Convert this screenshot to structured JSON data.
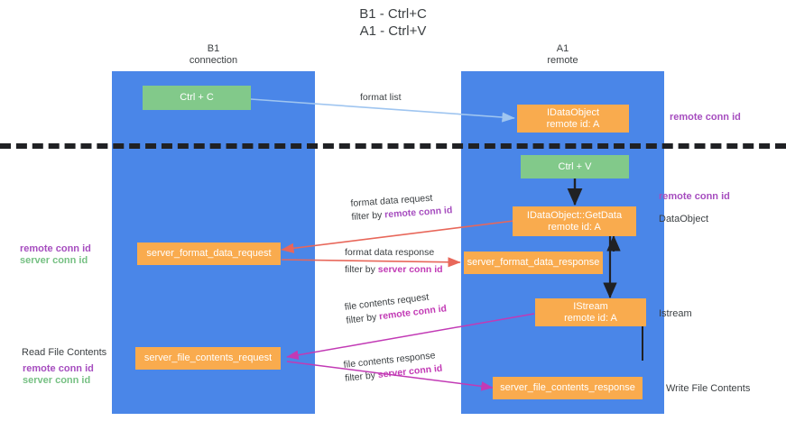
{
  "title": "B1 - Ctrl+C\nA1 - Ctrl+V",
  "columns": {
    "left": "B1\nconnection",
    "right": "A1\nremote"
  },
  "nodes": {
    "ctrl_c": "Ctrl + C",
    "data_object_remote": "IDataObject\nremote id: A",
    "ctrl_v": "Ctrl + V",
    "get_data": "IDataObject::GetData\nremote id: A",
    "server_format_data_request": "server_format_data_request",
    "server_format_data_response": "server_format_data_response",
    "istream": "IStream\nremote id: A",
    "server_file_contents_request": "server_file_contents_request",
    "server_file_contents_response": "server_file_contents_response"
  },
  "edges": {
    "format_list": "format list",
    "format_data_request": "format data request",
    "format_data_request_filter_prefix": "filter by ",
    "format_data_request_filter_key": "remote conn id",
    "format_data_response": "format data response",
    "format_data_response_filter_prefix": "filter by ",
    "format_data_response_filter_key": "server conn id",
    "file_contents_request": "file contents request",
    "file_contents_request_filter_prefix": "filter by ",
    "file_contents_request_filter_key": "remote conn id",
    "file_contents_response": "file contents response",
    "file_contents_response_filter_prefix": "filter by ",
    "file_contents_response_filter_key": "server conn id"
  },
  "annotations": {
    "right_remote_conn_id_top": "remote conn id",
    "right_remote_conn_id_mid": "remote conn id",
    "right_dataobject": "DataObject",
    "right_istream": "Istream",
    "right_write_file_contents": "Write File Contents",
    "left_remote_conn_id": "remote conn id",
    "left_server_conn_id": "server conn id",
    "left_read_file_contents": "Read File Contents",
    "left_remote_conn_id_2": "remote conn id",
    "left_server_conn_id_2": "server conn id"
  },
  "colors": {
    "lane": "#4a86e8",
    "node_green": "#82c98a",
    "node_orange": "#f9ab4e",
    "accent_purple": "#a64dbf",
    "accent_green": "#76c083",
    "arrow_red": "#e8675a",
    "arrow_blue": "#9fc5f0",
    "arrow_magenta": "#c23ab5",
    "arrow_black": "#202124"
  }
}
